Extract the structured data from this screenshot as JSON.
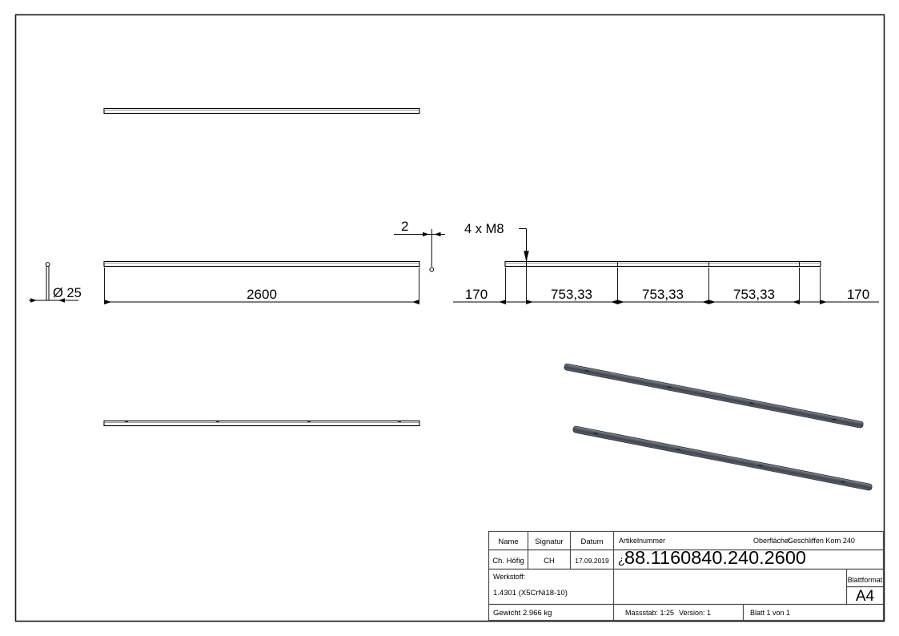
{
  "drawing": {
    "frame": {
      "label": "drawing-frame"
    },
    "views": {
      "top_view": {
        "name": "top-view-tube",
        "label": "Top view of tube"
      },
      "front_view": {
        "name": "front-view-tube",
        "label": "Front view of tube"
      },
      "bottom_view": {
        "name": "bottom-view-tube",
        "label": "Bottom view of tube"
      },
      "right_view": {
        "name": "right-view-tube",
        "label": "Right front view with hole spacing"
      },
      "end_view": {
        "name": "end-view-tube",
        "label": "End section view"
      },
      "iso_view_1": {
        "name": "isometric-view-tube-1",
        "label": "Isometric view of tube 1"
      },
      "iso_view_2": {
        "name": "isometric-view-tube-2",
        "label": "Isometric view of tube 2"
      }
    },
    "dimensions": {
      "diameter": "Ø 25",
      "length": "2600",
      "wall_thickness": "2",
      "end_offset_left": "170",
      "hole_pitch_1": "753,33",
      "hole_pitch_2": "753,33",
      "hole_pitch_3": "753,33",
      "end_offset_right": "170"
    },
    "annotations": {
      "thread_note": "4 x M8"
    }
  },
  "title_block": {
    "headers": {
      "name": "Name",
      "signature": "Signatur",
      "date": "Datum",
      "article_number": "Artikelnummer",
      "surface_label": "Oberfläche:",
      "surface_value": "Geschliffen Korn 240",
      "material_label": "Werkstoff:",
      "sheet_format_label": "Blattformat"
    },
    "values": {
      "name": "Ch. Höfig",
      "signature": "CH",
      "date": "17.09.2019",
      "article_number_prefix": "¿",
      "article_number": "88.1160840.240.2600",
      "material": "1.4301 (X5CrNi18-10)",
      "sheet_format": "A4",
      "weight": "Gewicht 2.966 kg",
      "scale": "Massstab: 1:25",
      "version": "Version: 1",
      "sheet": "Blatt 1 von 1"
    }
  },
  "colors": {
    "line": "#000000",
    "frame": "#1a1a1a",
    "iso_dark": "#4a4f55",
    "iso_mid": "#6e757d",
    "iso_light": "#9aa1a8",
    "table_line": "#4d4d4d",
    "background": "#ffffff"
  }
}
